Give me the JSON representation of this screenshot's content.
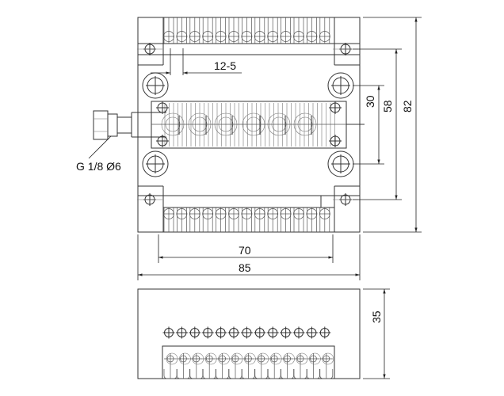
{
  "drawing": {
    "dimensions": {
      "pitch": "12-5",
      "hole_spacing_inner": "30",
      "hole_spacing_mid": "58",
      "overall_height": "82",
      "inner_width": "70",
      "overall_width": "85",
      "depth": "35"
    },
    "port_label": "G 1/8 Ø6",
    "terminal_count": 13
  }
}
